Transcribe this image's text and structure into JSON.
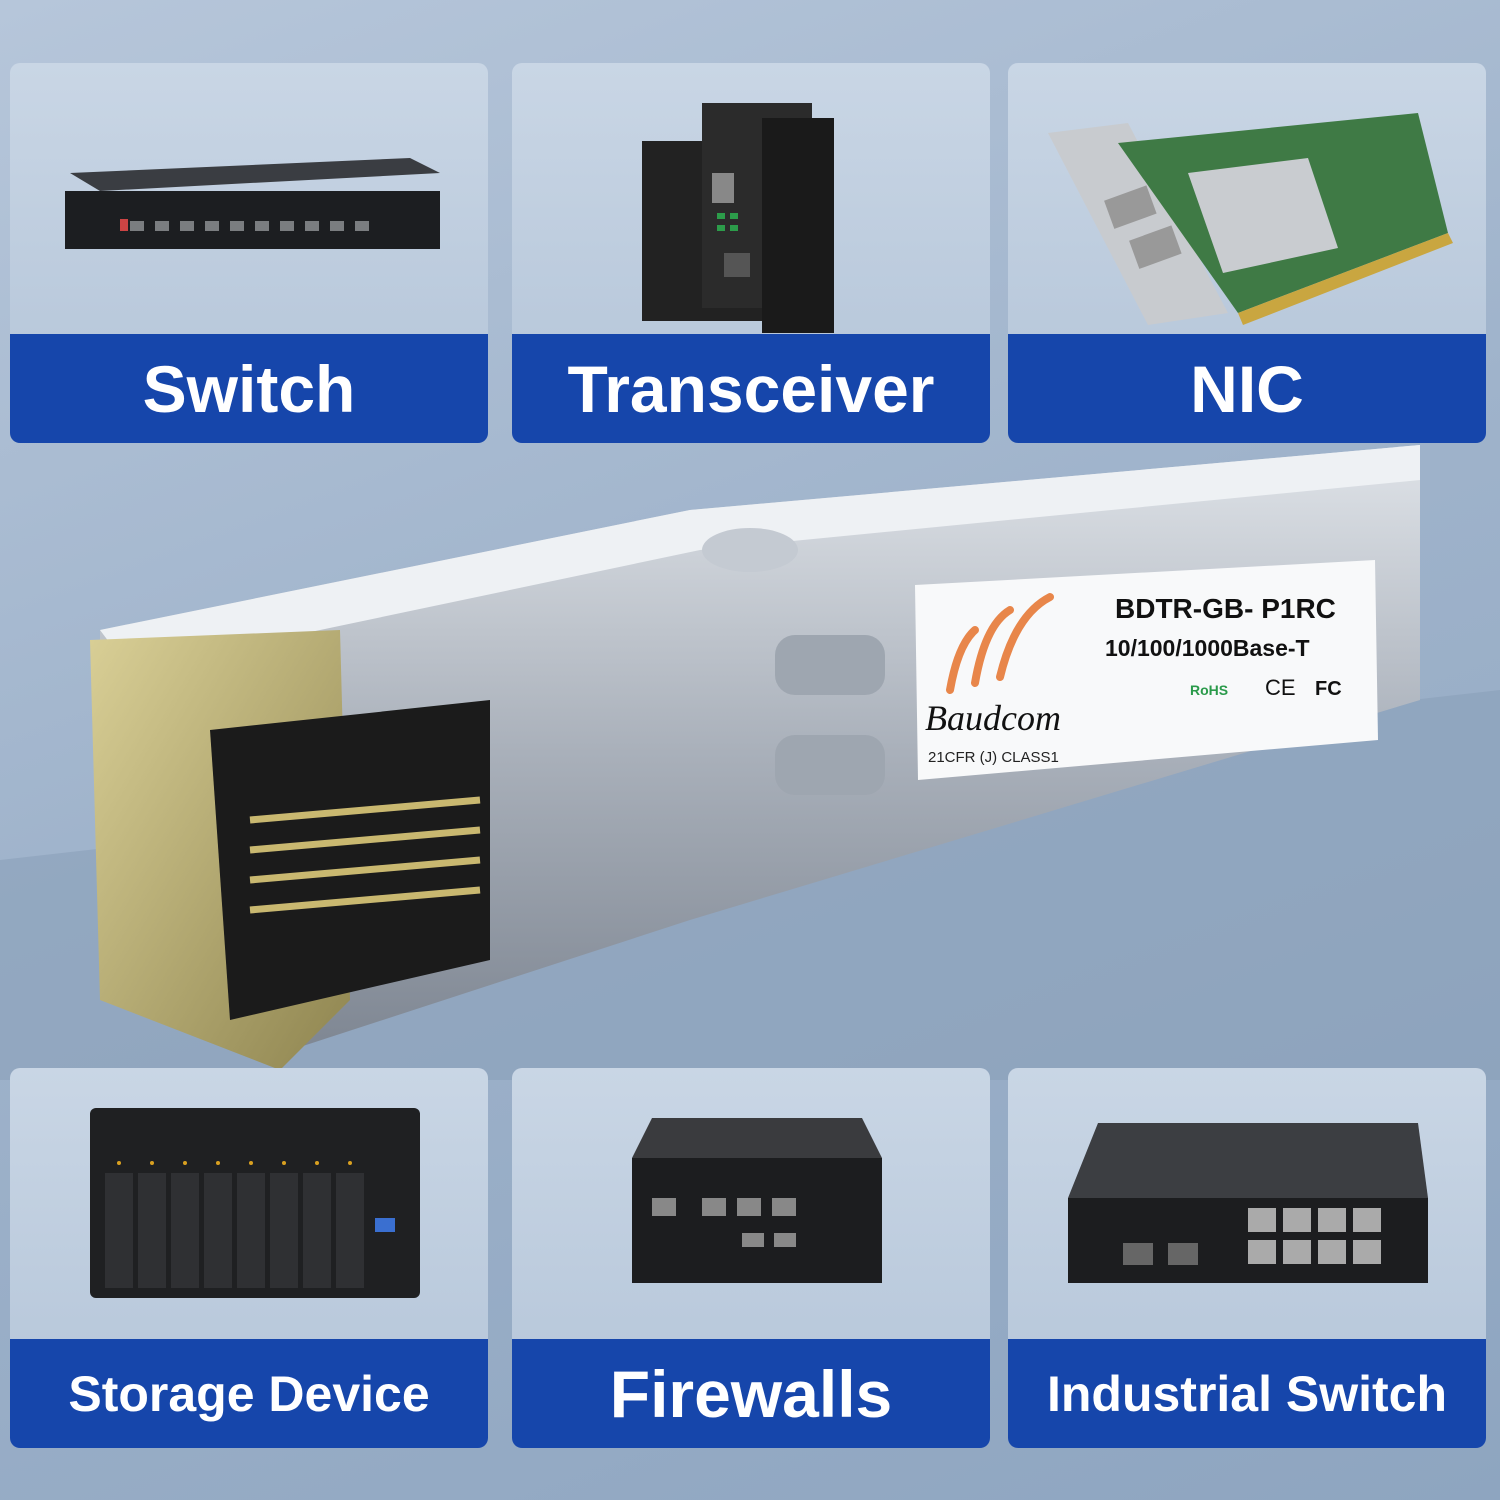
{
  "categories": [
    {
      "label": "Switch",
      "icon": "rack-switch-icon"
    },
    {
      "label": "Transceiver",
      "icon": "media-converter-icon"
    },
    {
      "label": "NIC",
      "icon": "network-card-icon"
    },
    {
      "label": "Storage Device",
      "icon": "nas-icon"
    },
    {
      "label": "Firewalls",
      "icon": "firewall-appliance-icon"
    },
    {
      "label": "Industrial Switch",
      "icon": "industrial-switch-icon"
    }
  ],
  "module": {
    "brand": "Baudcom",
    "model": "BDTR-GB- P1RC",
    "speed": "10/100/1000Base-T",
    "ce": "CE",
    "fcc": "FC",
    "rohs": "RoHS",
    "laser_class": "21CFR (J) CLASS1"
  },
  "colors": {
    "label_band": "#1646ab",
    "background": "#9fb3cb",
    "logo_orange": "#e8864a"
  }
}
